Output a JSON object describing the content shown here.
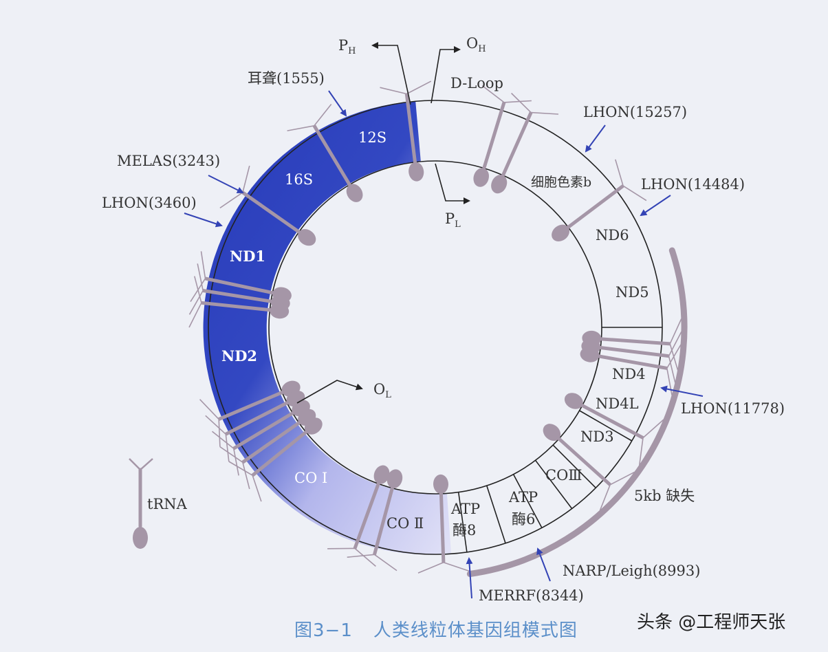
{
  "diagram": {
    "promoters": {
      "ph": "P",
      "ph_sub": "H",
      "oh": "O",
      "oh_sub": "H",
      "pl": "P",
      "pl_sub": "L",
      "ol": "O",
      "ol_sub": "L",
      "dloop": "D-Loop"
    },
    "genes": {
      "s12": "12S",
      "s16": "16S",
      "nd1": "ND1",
      "nd2": "ND2",
      "co1": "CO Ⅰ",
      "co2": "CO Ⅱ",
      "atp8_a": "ATP",
      "atp8_b": "酶8",
      "atp6_a": "ATP",
      "atp6_b": "酶6",
      "co3": "COⅢ",
      "nd3": "ND3",
      "nd4l": "ND4L",
      "nd4": "ND4",
      "nd5": "ND5",
      "nd6": "ND6",
      "cytb": "细胞色素b"
    },
    "mutations": {
      "deafness": "耳聋(1555)",
      "melas": "MELAS(3243)",
      "lhon3460": "LHON(3460)",
      "lhon15257": "LHON(15257)",
      "lhon14484": "LHON(14484)",
      "lhon11778": "LHON(11778)",
      "narp": "NARP/Leigh(8993)",
      "merrf": "MERRF(8344)"
    },
    "deletion": "5kb 缺失",
    "legend_trna": "tRNA",
    "colors": {
      "dark_blue": "#2e43c0",
      "light_lilac": "#d9d9f4",
      "trna": "#a596a7",
      "arrow": "#3343b5",
      "deletion_arc": "#a596a7"
    }
  },
  "caption": {
    "figure_no": "图3−1",
    "title": "人类线粒体基因组模式图"
  },
  "watermark": "头条 @工程师天张"
}
